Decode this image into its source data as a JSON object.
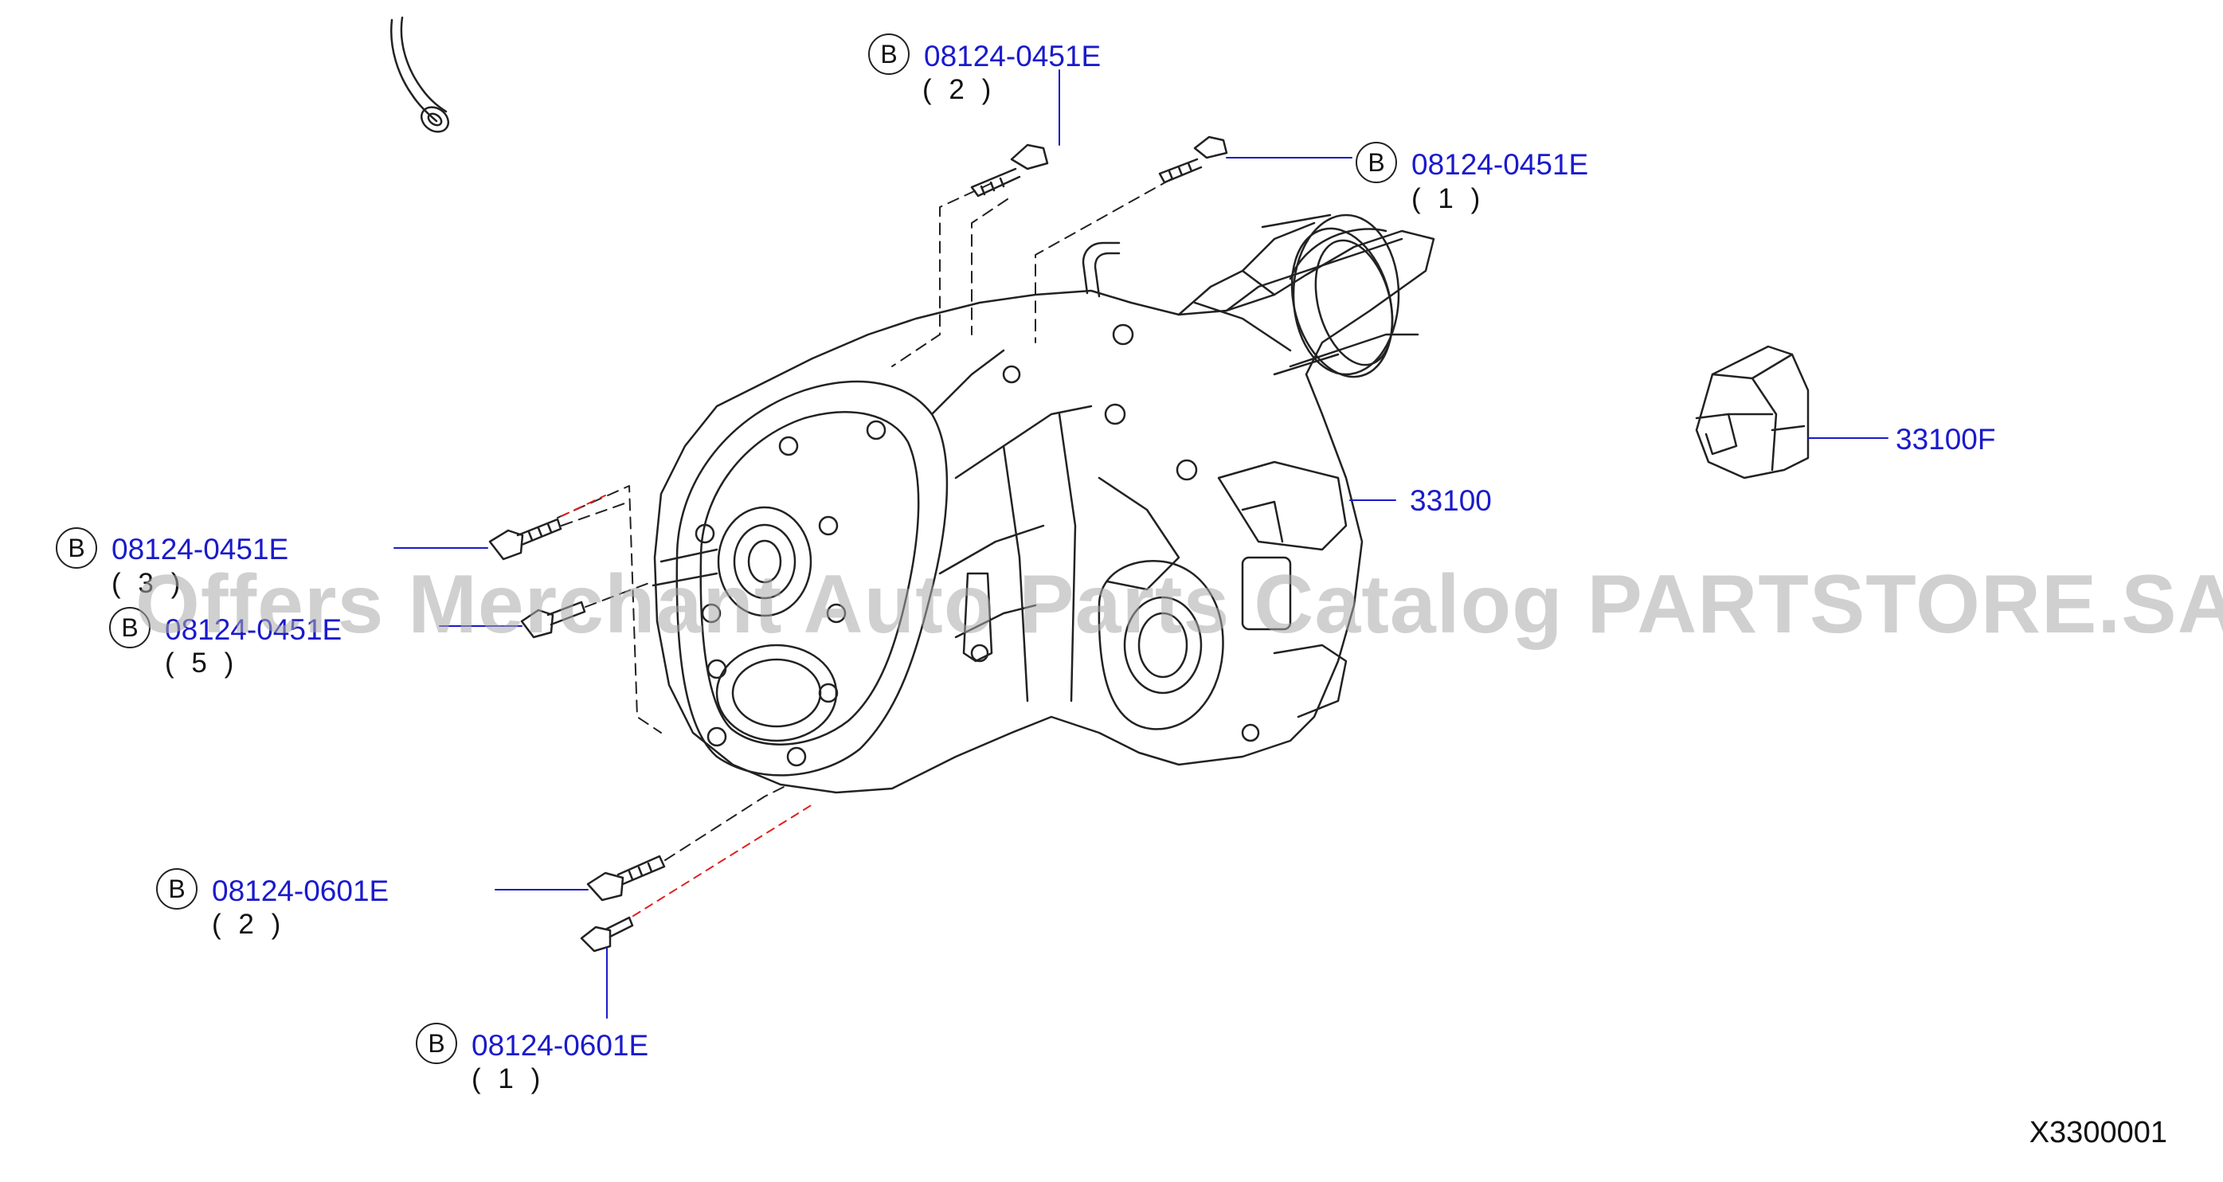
{
  "callouts": [
    {
      "badge": "B",
      "part": "08124-0451E",
      "qty": "( 2 )"
    },
    {
      "badge": "B",
      "part": "08124-0451E",
      "qty": "( 1 )"
    },
    {
      "badge": "B",
      "part": "08124-0451E",
      "qty": "( 3 )"
    },
    {
      "badge": "B",
      "part": "08124-0451E",
      "qty": "( 5 )"
    },
    {
      "badge": "B",
      "part": "08124-0601E",
      "qty": "( 2 )"
    },
    {
      "badge": "B",
      "part": "08124-0601E",
      "qty": "( 1 )"
    }
  ],
  "parts": {
    "transfer_assembly": "33100",
    "cover": "33100F"
  },
  "diagram_id": "X3300001",
  "watermark": "Offers Merchant Auto Parts Catalog PARTSTORE.SA",
  "colors": {
    "label": "#1a1acc",
    "line": "#222222",
    "leader": "#1a1acc",
    "highlight": "#e02020",
    "watermark": "#aaaaaa"
  }
}
